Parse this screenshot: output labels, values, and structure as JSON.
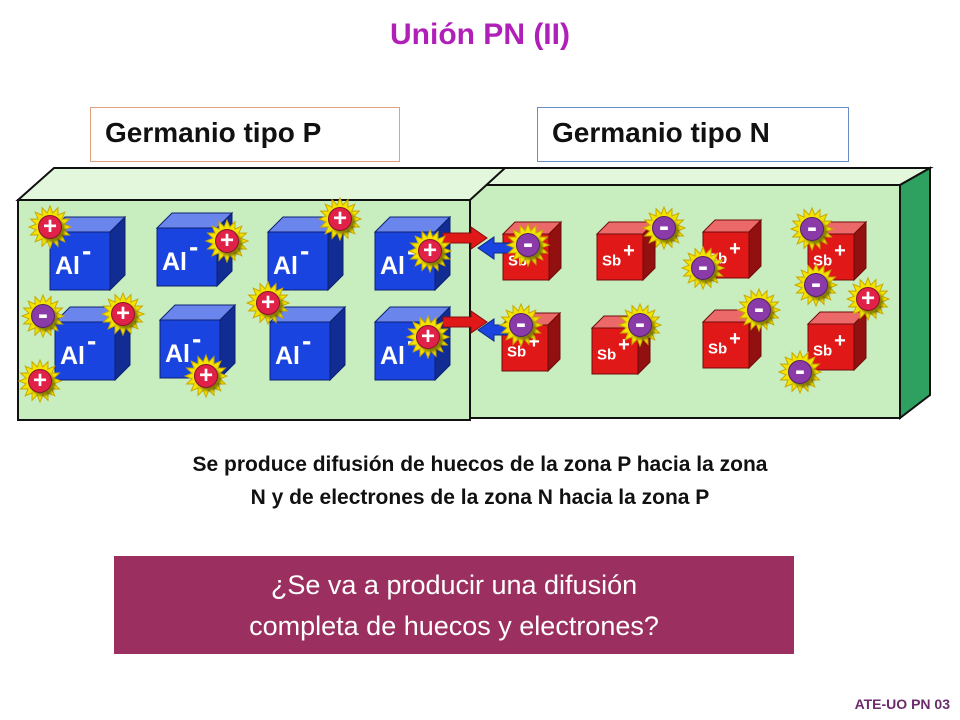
{
  "title": "Unión PN (II)",
  "labels": {
    "p_type": "Germanio tipo P",
    "n_type": "Germanio tipo N"
  },
  "ions": {
    "acceptor": "Al",
    "donor": "Sb",
    "acceptor_charge": "-",
    "donor_charge": "+"
  },
  "carriers": {
    "hole_sign": "+",
    "electron_sign": "-"
  },
  "description": {
    "line1": "Se produce difusión de huecos de la zona P hacia la zona",
    "line2": "N y de electrones de la zona N hacia la zona P"
  },
  "question": {
    "line1": "¿Se va a producir una difusión",
    "line2": "completa de huecos y electrones?"
  },
  "footer": "ATE-UO PN 03",
  "colors": {
    "title": "#b020b8",
    "block_fill": "#c8eec0",
    "acceptor_ion": "#1a44e0",
    "donor_ion": "#e01818",
    "hole_fill": "#e0204a",
    "electron_fill": "#8a3aa8",
    "starburst": "#f2e400",
    "arrow_p_to_n": "#e01818",
    "arrow_n_to_p": "#1a44e0",
    "question_bg": "#9b3060"
  }
}
